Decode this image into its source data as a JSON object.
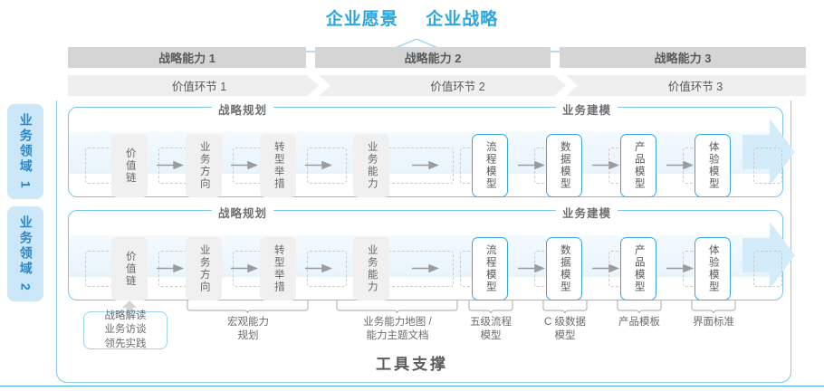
{
  "header": {
    "vision": "企业愿景",
    "strategy": "企业战略"
  },
  "capabilities": [
    {
      "label": "战略能力 1"
    },
    {
      "label": "战略能力 2"
    },
    {
      "label": "战略能力 3"
    }
  ],
  "value_chain": [
    {
      "label": "价值环节 1"
    },
    {
      "label": "价值环节 2"
    },
    {
      "label": "价值环节 3"
    }
  ],
  "domains": [
    {
      "label": "业务领域 1"
    },
    {
      "label": "业务领域 2"
    }
  ],
  "sections": {
    "planning": "战略规划",
    "modeling": "业务建模"
  },
  "steps": {
    "planning": [
      {
        "label": "价值链",
        "style": "gray"
      },
      {
        "label": "业务方向",
        "style": "gray"
      },
      {
        "label": "转型举措",
        "style": "gray"
      },
      {
        "label": "业务能力",
        "style": "gray"
      }
    ],
    "modeling": [
      {
        "label": "流程模型",
        "style": "blue"
      },
      {
        "label": "数据模型",
        "style": "blue"
      },
      {
        "label": "产品模型",
        "style": "blue"
      },
      {
        "label": "体验模型",
        "style": "blue"
      }
    ]
  },
  "notes": {
    "intake": "战略解读\n业务访谈\n领先实践",
    "intake_lines": [
      "战略解读",
      "业务访谈",
      "领先实践"
    ]
  },
  "deliverables": [
    {
      "label": "宏观能力\n规划",
      "lines": [
        "宏观能力",
        "规划"
      ]
    },
    {
      "label": "业务能力地图 /\n能力主题文档",
      "lines": [
        "业务能力地图 /",
        "能力主题文档"
      ]
    },
    {
      "label": "五级流程\n模型",
      "lines": [
        "五级流程",
        "模型"
      ]
    },
    {
      "label": "C 级数据\n模型",
      "lines": [
        "C 级数据",
        "模型"
      ]
    },
    {
      "label": "产品模板",
      "lines": [
        "产品模板"
      ]
    },
    {
      "label": "界面标准",
      "lines": [
        "界面标准"
      ]
    }
  ],
  "footer": {
    "title": "工具支撑"
  },
  "colors": {
    "accent": "#2ba6e0",
    "bar_dark": "#d3d5d6",
    "bar_light": "#eeefef",
    "domain_tab": "#cbe7f8",
    "box_gray": "#f0f0f0",
    "box_blue_border": "#3da5dd",
    "band": "#e8f4fc"
  }
}
